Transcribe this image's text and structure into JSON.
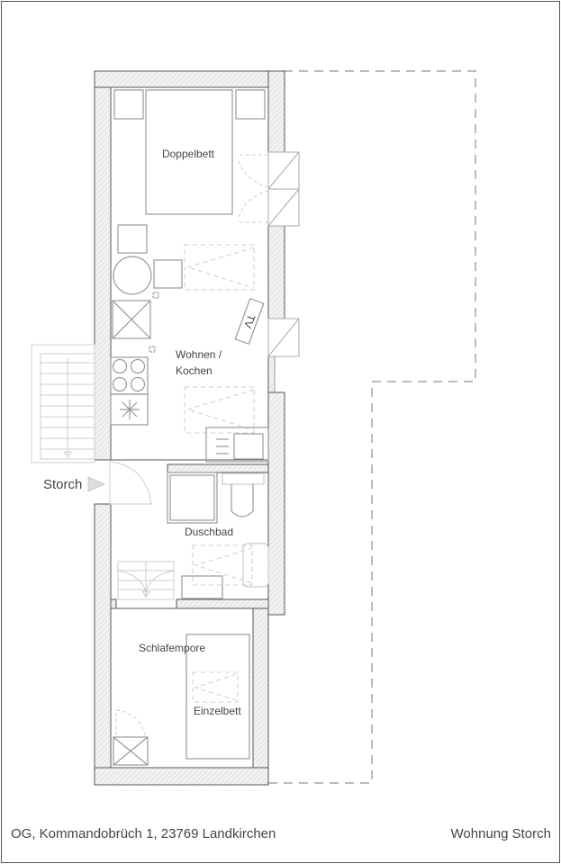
{
  "plan": {
    "rooms": {
      "double_bed": "Doppelbett",
      "living_kitchen_line1": "Wohnen /",
      "living_kitchen_line2": "Kochen",
      "tv": "TV",
      "shower_bath": "Duschbad",
      "sleeping_loft": "Schlafempore",
      "single_bed": "Einzelbett"
    },
    "entrance_label": "Storch"
  },
  "footer": {
    "address": "OG, Kommandobrüch 1, 23769 Landkirchen",
    "apartment": "Wohnung Storch"
  },
  "colors": {
    "wall_outline": "#555555",
    "wall_hatch": "#d8d8d8",
    "furniture": "#999999",
    "dashed": "#bbbbbb",
    "text": "#444444"
  }
}
